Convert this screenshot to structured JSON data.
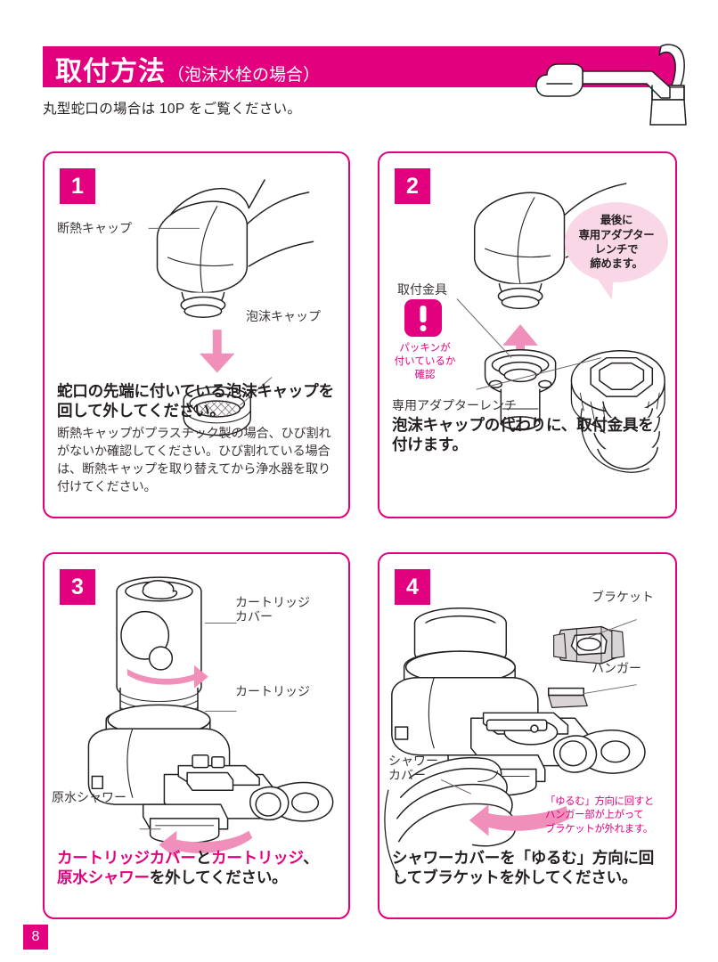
{
  "header": {
    "title_main": "取付方法",
    "title_sub": "（泡沫水栓の場合）",
    "note": "丸型蛇口の場合は 10P をご覧ください。",
    "faucet_icon": "kitchen-faucet-icon",
    "bar_color": "#e3007f"
  },
  "page_number": "8",
  "panels": [
    {
      "step": "1",
      "labels": [
        {
          "text": "断熱キャップ"
        },
        {
          "text": "泡沫キャップ"
        }
      ],
      "caption_head": "蛇口の先端に付いている泡沫キャップを回して外してください。",
      "caption_body": "断熱キャップがプラスチック製の場合、ひび割れがないか確認してください。ひび割れている場合は、断熱キャップを取り替えてから浄水器を取り付けてください。",
      "arrow_icon": "down-arrow-icon"
    },
    {
      "step": "2",
      "labels": [
        {
          "text": "取付金具"
        },
        {
          "text": "専用アダプターレンチ"
        }
      ],
      "warning_icon": "exclamation-icon",
      "warning_text": "パッキンが\n付いているか\n確認",
      "warning_lines": [
        "パッキンが",
        "付いているか",
        "確認"
      ],
      "bubble_lines": [
        "最後に",
        "専用アダプター",
        "レンチで",
        "締めます。"
      ],
      "caption_head": "泡沫キャップの代わりに、取付金具を付けます。",
      "arrow_icon": "up-arrow-icon"
    },
    {
      "step": "3",
      "labels": [
        {
          "text_line1": "カートリッジ",
          "text_line2": "カバー"
        },
        {
          "text": "カートリッジ"
        },
        {
          "text": "原水シャワー"
        }
      ],
      "caption_segments": [
        {
          "text": "カートリッジカバー",
          "pink": true
        },
        {
          "text": "と",
          "pink": false
        },
        {
          "text": "カートリッジ",
          "pink": true
        },
        {
          "text": "、",
          "pink": false
        },
        {
          "text": "原水シャワー",
          "pink": true
        },
        {
          "text": "を外してください。",
          "pink": false
        }
      ],
      "caption_plain": "カートリッジカバーとカートリッジ、原水シャワーを外してください。",
      "arrow_icon": "rotate-arrow-icon"
    },
    {
      "step": "4",
      "labels": [
        {
          "text": "ブラケット"
        },
        {
          "text": "ハンガー"
        },
        {
          "text_line1": "シャワー",
          "text_line2": "カバー"
        }
      ],
      "note_lines": [
        "「ゆるむ」方向に回すと",
        "ハンガー部が上がって",
        "ブラケットが外れます。"
      ],
      "caption_head": "シャワーカバーを「ゆるむ」方向に回してブラケットを外してください。",
      "arrow_icon": "rotate-left-arrow-icon"
    }
  ],
  "colors": {
    "accent_pink": "#e3007f",
    "light_pink": "#ef8fba",
    "bubble_pink": "#f9d7e6",
    "text_dark": "#231f20"
  }
}
